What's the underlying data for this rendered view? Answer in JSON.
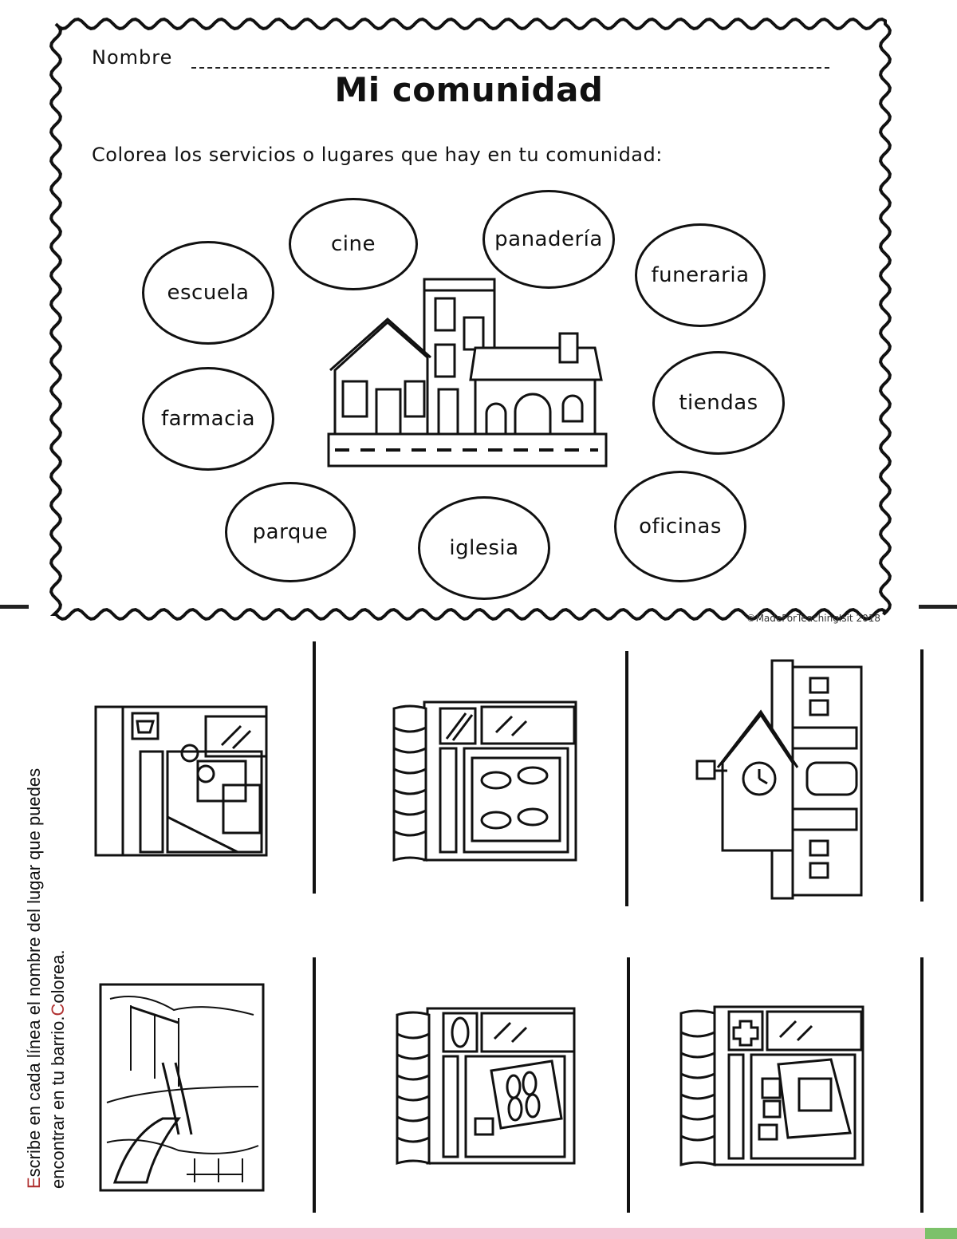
{
  "worksheet": {
    "name_label": "Nombre",
    "title": "Mi comunidad",
    "instruction": "Colorea los servicios o lugares que hay en tu comunidad:",
    "places": [
      "cine",
      "panadería",
      "escuela",
      "funeraria",
      "farmacia",
      "tiendas",
      "parque",
      "iglesia",
      "oficinas"
    ],
    "copyright": "©MadeForTeachingIsit 2018"
  },
  "exercise": {
    "instruction_first_letter": "E",
    "instruction_line1_rest": "scribe en cada línea el nombre del lugar que puedes",
    "instruction_line2_start": "encontrar en tu barrio.",
    "instruction_line2_red": "C",
    "instruction_line2_end": "olorea."
  },
  "icons": [
    "house-illustration",
    "supermarket-icon",
    "cafe-icon",
    "school-icon",
    "playground-icon",
    "bakery-icon",
    "pharmacy-icon"
  ]
}
